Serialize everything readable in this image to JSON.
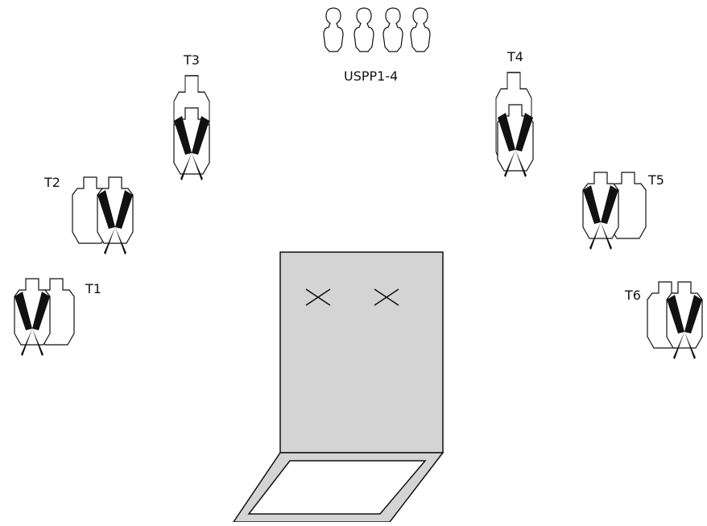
{
  "colors": {
    "ink": "#111111",
    "background": "#ffffff",
    "wall_fill": "#d4d4d4",
    "box_fill": "#d4d4d4",
    "no_shoot_fill": "#ffffff",
    "shoot_mark": "#111111"
  },
  "labels": {
    "t1": "T1",
    "t2": "T2",
    "t3": "T3",
    "t4": "T4",
    "t5": "T5",
    "t6": "T6",
    "poppers": "USPP1-4"
  }
}
